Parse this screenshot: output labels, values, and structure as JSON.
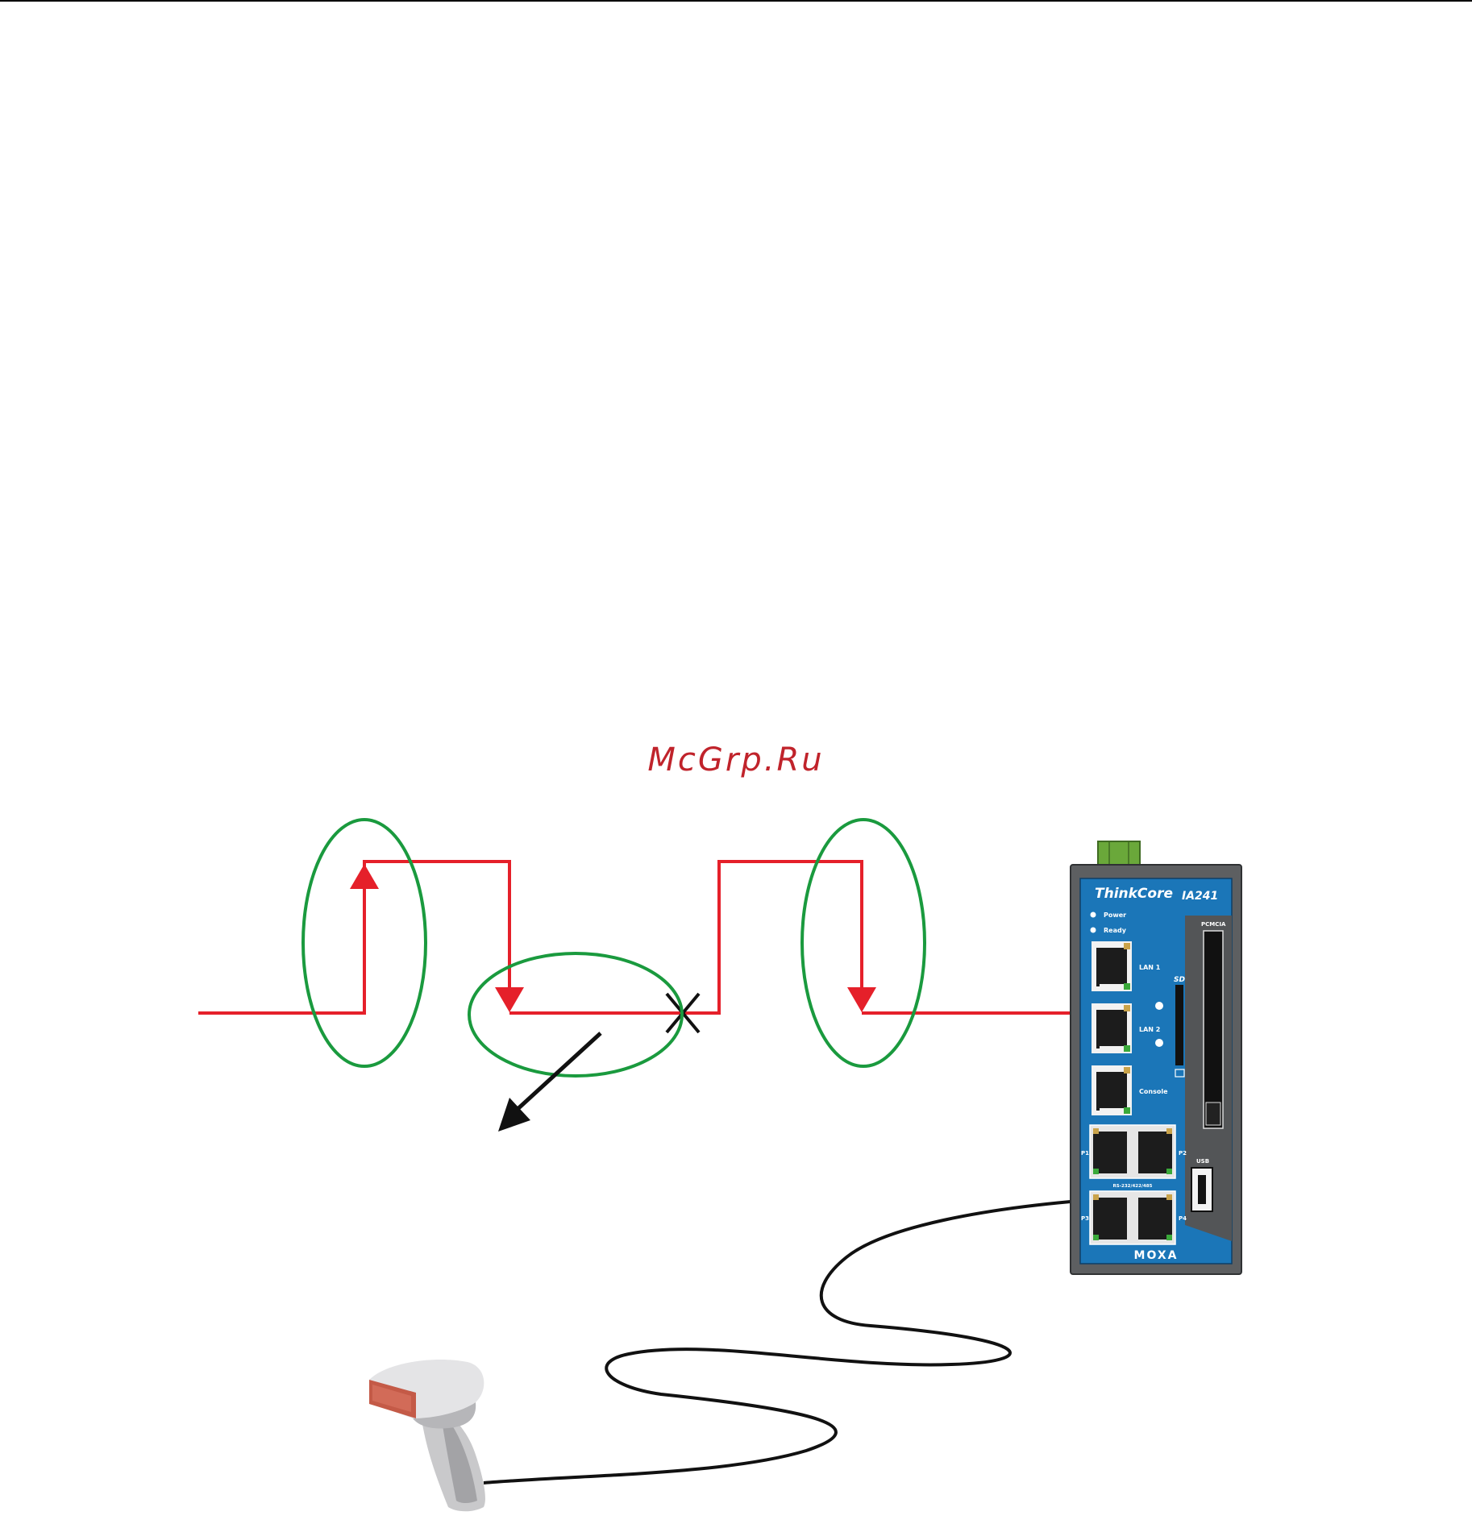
{
  "watermark": "McGrp.Ru",
  "device": {
    "brand": "ThinkCore",
    "model": "IA241",
    "maker": "MOXA",
    "led_labels": [
      "Power",
      "Ready"
    ],
    "port_labels": {
      "lan1": "LAN 1",
      "lan2": "LAN 2",
      "console": "Console",
      "p1": "P1",
      "p2": "P2",
      "p3": "P3",
      "p4": "P4",
      "serial": "RS-232/422/485",
      "pcmcia": "PCMCIA",
      "usb": "USB",
      "sd": "SD"
    }
  },
  "colors": {
    "signal": "#e5202a",
    "marker": "#1a9a3e",
    "device_body": "#1b76b8",
    "device_frame": "#5d5f61",
    "cable": "#111111",
    "watermark": "#c0232b"
  }
}
